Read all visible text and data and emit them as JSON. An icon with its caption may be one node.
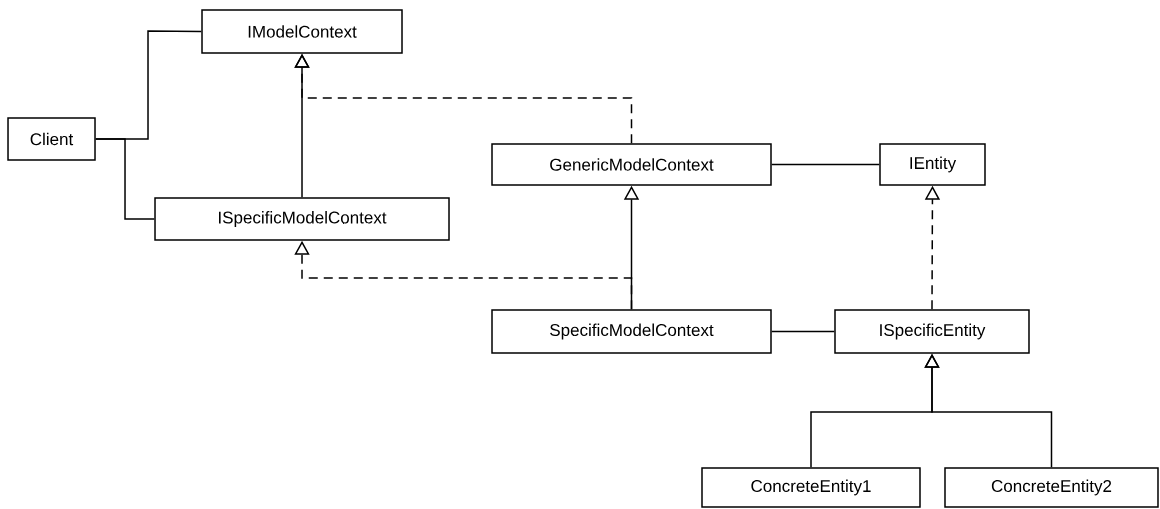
{
  "diagram": {
    "nodes": [
      {
        "text": [
          "Client"
        ]
      },
      {
        "text": [
          "IModelContext"
        ]
      },
      {
        "text": [
          "ISpecificModelContext"
        ]
      },
      {
        "text": [
          "GenericModelContext"
        ]
      },
      {
        "text": [
          "IEntity"
        ]
      },
      {
        "text": [
          "SpecificModelContext"
        ]
      },
      {
        "text": [
          "ISpecificEntity"
        ]
      },
      {
        "text": [
          "ConcreteEntity1"
        ]
      },
      {
        "text": [
          "ConcreteEntity2"
        ]
      }
    ],
    "edges": [
      {
        "from": 0,
        "to": 1,
        "arrow": "none"
      },
      {
        "from": 0,
        "to": 2,
        "arrow": "none"
      },
      {
        "from": 2,
        "to": 1,
        "arrow": "to"
      },
      {
        "from": 3,
        "to": 1,
        "arrow": "to",
        "style": "dashed"
      },
      {
        "from": 3,
        "to": 4,
        "arrow": "none"
      },
      {
        "from": 5,
        "to": 3,
        "arrow": "to"
      },
      {
        "from": 5,
        "to": 2,
        "arrow": "to",
        "style": "dashed"
      },
      {
        "from": 5,
        "to": 6,
        "arrow": "none"
      },
      {
        "from": 6,
        "to": 4,
        "arrow": "to",
        "style": "dashed"
      },
      {
        "from": 7,
        "to": 6,
        "arrow": "to"
      },
      {
        "from": 8,
        "to": 6,
        "arrow": "to"
      }
    ]
  }
}
